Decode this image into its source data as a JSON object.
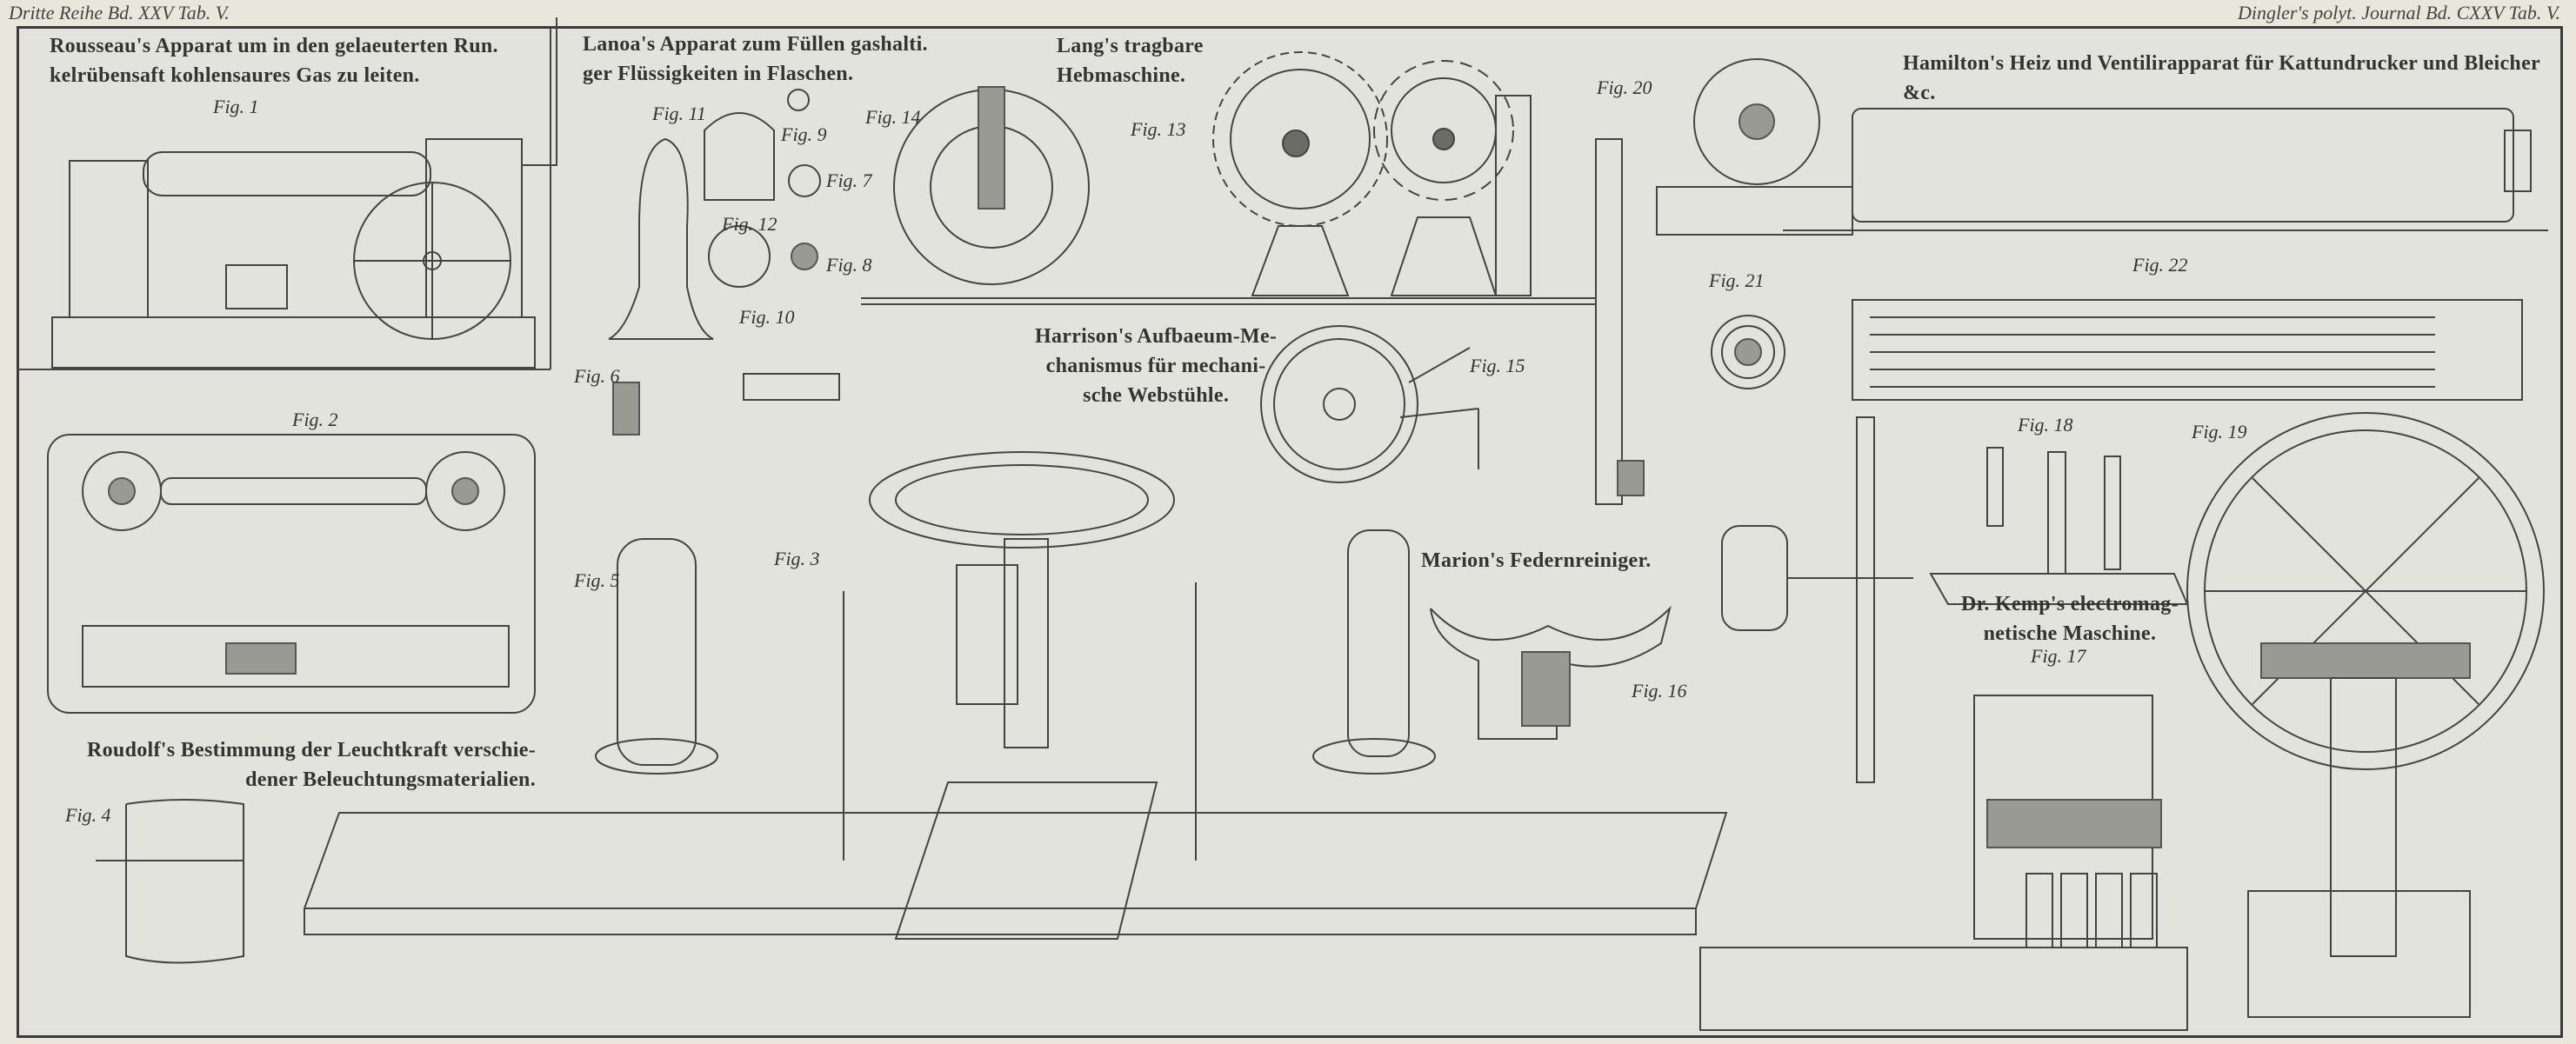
{
  "header": {
    "left": "Dritte Reihe Bd. XXV Tab. V.",
    "right": "Dingler's polyt. Journal Bd. CXXV Tab. V."
  },
  "titles": {
    "rousseau": [
      "Rousseau's Apparat um in den gelaeuterten Run.",
      "kelrübensaft kohlensaures Gas zu leiten."
    ],
    "lanoa": [
      "Lanoa's Apparat zum Füllen gashalti.",
      "ger Flüssigkeiten in Flaschen."
    ],
    "lang": [
      "Lang's tragbare",
      "Hebmaschine."
    ],
    "hamilton": [
      "Hamilton's Heiz und Ventilirapparat für Kattundrucker und Bleicher &c."
    ],
    "harrison": [
      "Harrison's Aufbaeum-Me-",
      "chanismus für mechani-",
      "sche Webstühle."
    ],
    "marion": [
      "Marion's Federnreiniger."
    ],
    "kemp": [
      "Dr. Kemp's electromag-",
      "netische Maschine."
    ],
    "roudolf": [
      "Roudolf's Bestimmung der Leuchtkraft verschie-",
      "dener Beleuchtungsmaterialien."
    ]
  },
  "figures": [
    "Fig. 1",
    "Fig. 2",
    "Fig. 3",
    "Fig. 4",
    "Fig. 5",
    "Fig. 6",
    "Fig. 7",
    "Fig. 8",
    "Fig. 9",
    "Fig. 10",
    "Fig. 11",
    "Fig. 12",
    "Fig. 13",
    "Fig. 14",
    "Fig. 15",
    "Fig. 16",
    "Fig. 17",
    "Fig. 18",
    "Fig. 19",
    "Fig. 20",
    "Fig. 21",
    "Fig. 22"
  ]
}
